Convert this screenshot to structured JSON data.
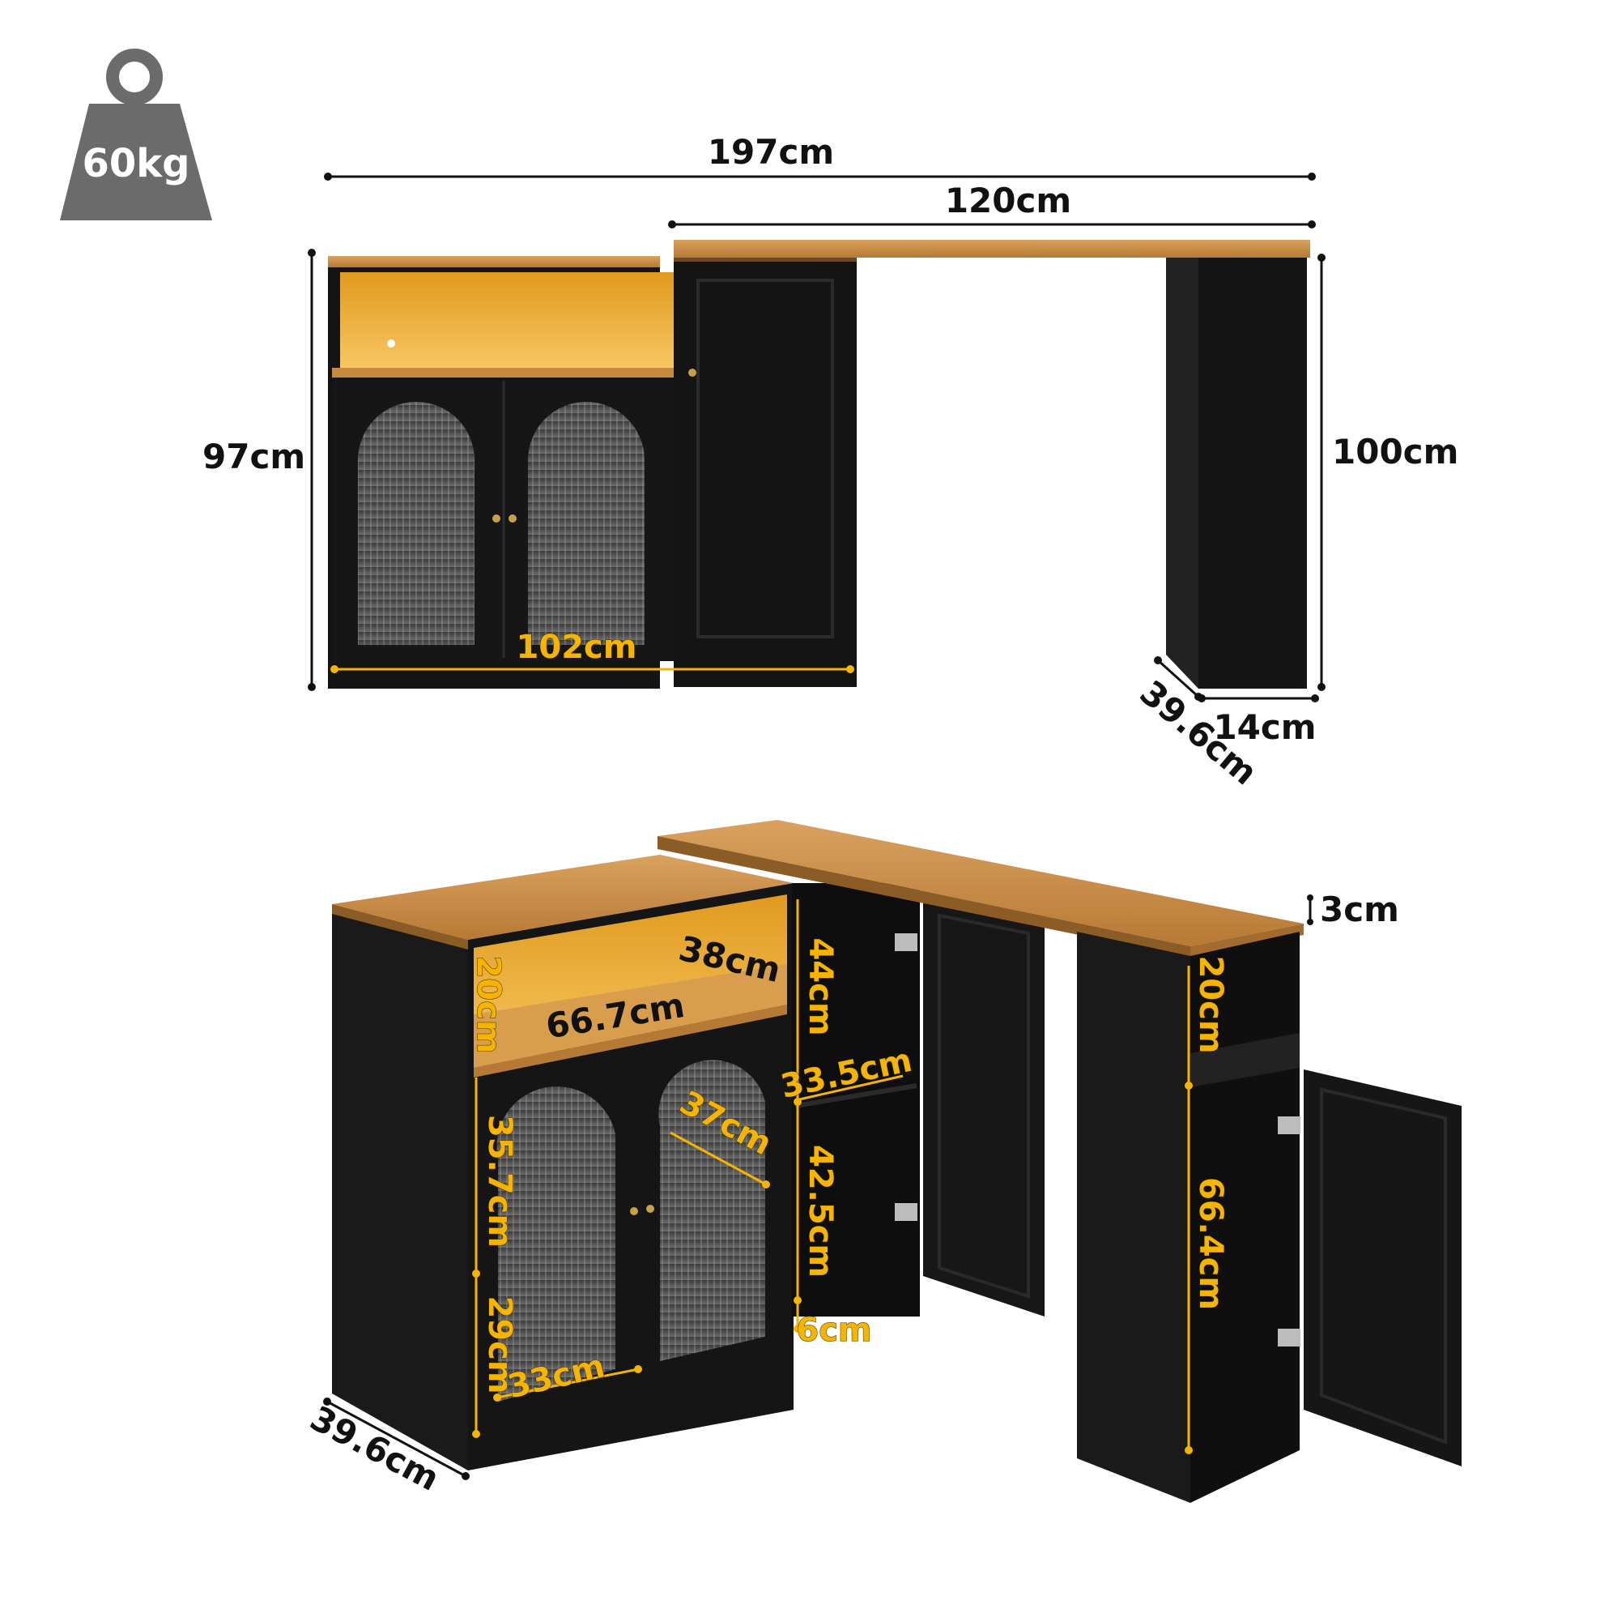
{
  "weight": {
    "label": "60kg"
  },
  "front_view": {
    "total_width": "197cm",
    "desk_width": "120cm",
    "cabinet_height": "97cm",
    "desk_height": "100cm",
    "cabinet_width": "102cm",
    "leg_depth": "39.6cm",
    "leg_width": "14cm"
  },
  "perspective_view": {
    "top_thickness": "3cm",
    "shelf_height": "20cm",
    "shelf_depth": "38cm",
    "shelf_width": "66.7cm",
    "middle_upper_height": "44cm",
    "middle_shelf_depth": "33.5cm",
    "middle_lower_height": "42.5cm",
    "base_height": "6cm",
    "door_upper_height": "35.7cm",
    "door_lower_height": "29cm",
    "door_width": "33cm",
    "arch_width": "37cm",
    "cabinet_depth": "39.6cm",
    "leg_open_height": "20cm",
    "leg_cabinet_height": "66.4cm"
  },
  "colors": {
    "dimension_highlight": "#F4B400",
    "cabinet_black": "#141414",
    "wood_top": "#c98f4a",
    "weight_icon": "#6b6b6b"
  }
}
